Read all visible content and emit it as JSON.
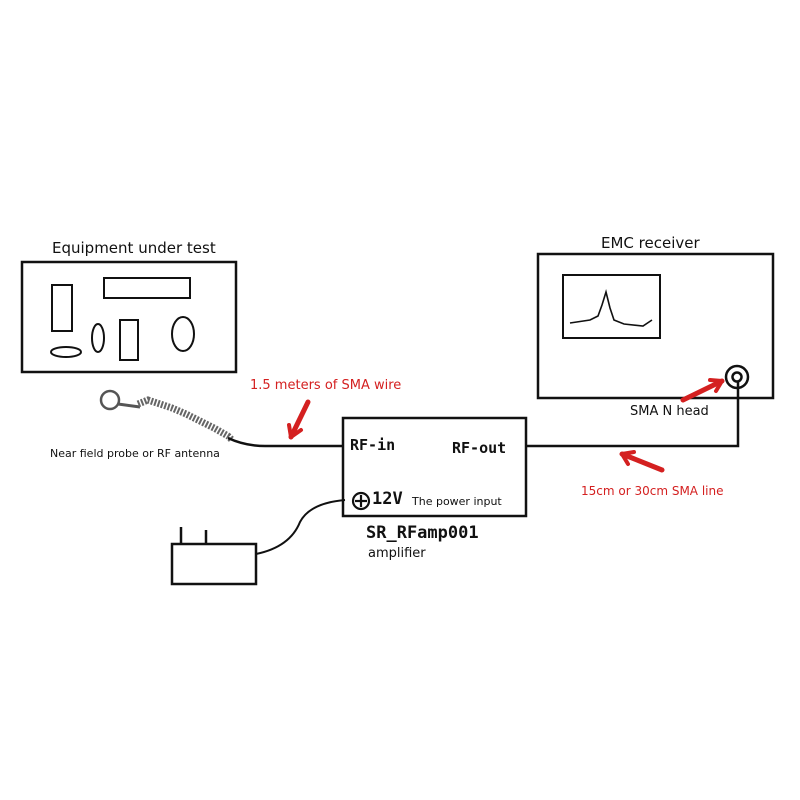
{
  "equipment": {
    "title": "Equipment under test"
  },
  "receiver": {
    "title": "EMC receiver",
    "connector_label": "SMA N head"
  },
  "probe": {
    "label": "Near field probe or RF antenna"
  },
  "cables": {
    "input_label": "1.5 meters of SMA wire",
    "output_label": "15cm or 30cm SMA line"
  },
  "amplifier": {
    "rf_in": "RF-in",
    "rf_out": "RF-out",
    "power_voltage": "12V",
    "power_input": "The power input",
    "model": "SR_RFamp001",
    "caption": "amplifier"
  },
  "colors": {
    "annotation": "#d42020",
    "line": "#111111"
  }
}
